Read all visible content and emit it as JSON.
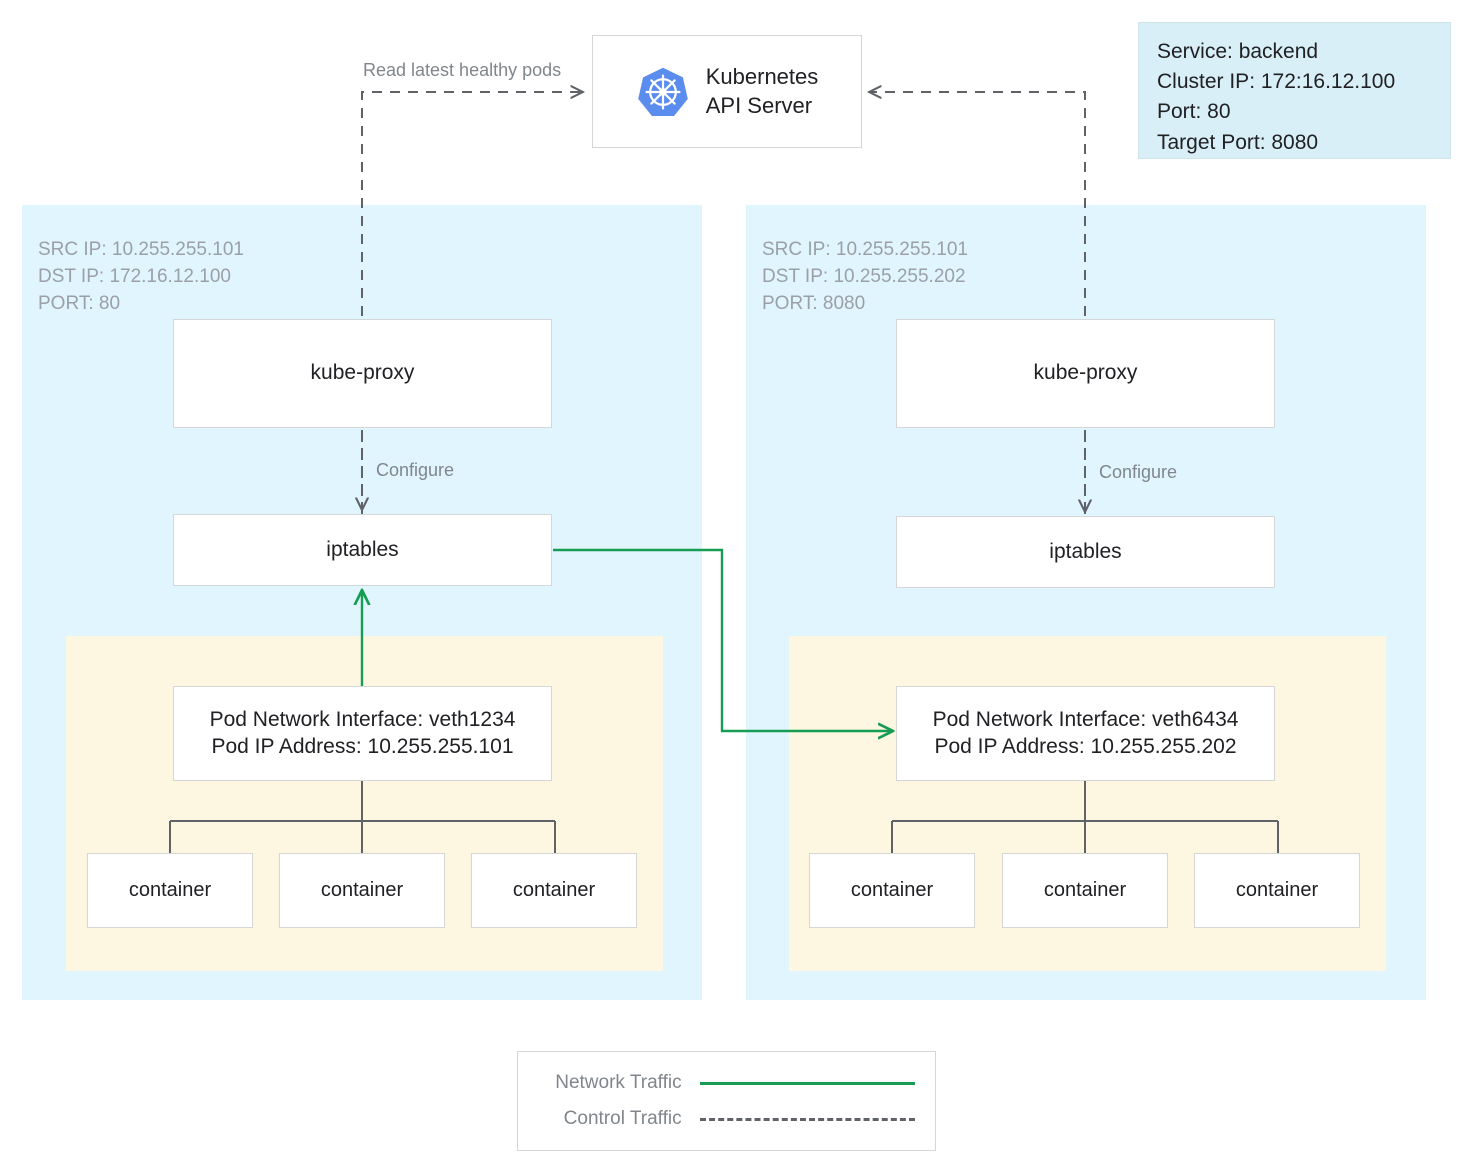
{
  "diagram": {
    "title": "Kubernetes kube-proxy iptables service routing",
    "colors": {
      "node_background": "#e1f5fe",
      "pod_background": "#fdf6e0",
      "service_callout_background": "#d9eff8",
      "network_traffic": "#179c54",
      "control_traffic": "#5f6368",
      "box_border": "#d4d6d8",
      "connector": "#5f6368",
      "muted_text": "#9aa0a6",
      "body_text": "#202124",
      "k8s_logo_blue": "#5b8def"
    }
  },
  "api_server": {
    "name": "Kubernetes\nAPI Server",
    "logo_icon": "kubernetes-logo-icon"
  },
  "service_info": {
    "text": "Service: backend\nCluster IP: 172:16.12.100\nPort: 80\nTarget Port: 8080",
    "lines": [
      "Service: backend",
      "Cluster IP: 172:16.12.100",
      "Port: 80",
      "Target Port: 8080"
    ]
  },
  "edge_labels": {
    "read_latest_healthy_pods": "Read latest healthy pods",
    "configure_left": "Configure",
    "configure_right": "Configure"
  },
  "nodes": [
    {
      "id": "left",
      "meta": "SRC IP: 10.255.255.101\nDST IP: 172.16.12.100\nPORT: 80",
      "meta_lines": [
        "SRC IP: 10.255.255.101",
        "DST IP: 172.16.12.100",
        "PORT: 80"
      ],
      "kube_proxy_label": "kube-proxy",
      "iptables_label": "iptables",
      "pod": {
        "interface_text": "Pod Network Interface: veth1234\nPod IP Address: 10.255.255.101",
        "interface_name": "veth1234",
        "pod_ip": "10.255.255.101",
        "containers": [
          "container",
          "container",
          "container"
        ]
      }
    },
    {
      "id": "right",
      "meta": "SRC IP: 10.255.255.101\nDST IP: 10.255.255.202\nPORT: 8080",
      "meta_lines": [
        "SRC IP: 10.255.255.101",
        "DST IP: 10.255.255.202",
        "PORT: 8080"
      ],
      "kube_proxy_label": "kube-proxy",
      "iptables_label": "iptables",
      "pod": {
        "interface_text": "Pod Network Interface: veth6434\nPod IP Address: 10.255.255.202",
        "interface_name": "veth6434",
        "pod_ip": "10.255.255.202",
        "containers": [
          "container",
          "container",
          "container"
        ]
      }
    }
  ],
  "legend": {
    "items": [
      {
        "label": "Network Traffic",
        "style": "solid",
        "color": "#179c54"
      },
      {
        "label": "Control Traffic",
        "style": "dashed",
        "color": "#5f6368"
      }
    ]
  }
}
